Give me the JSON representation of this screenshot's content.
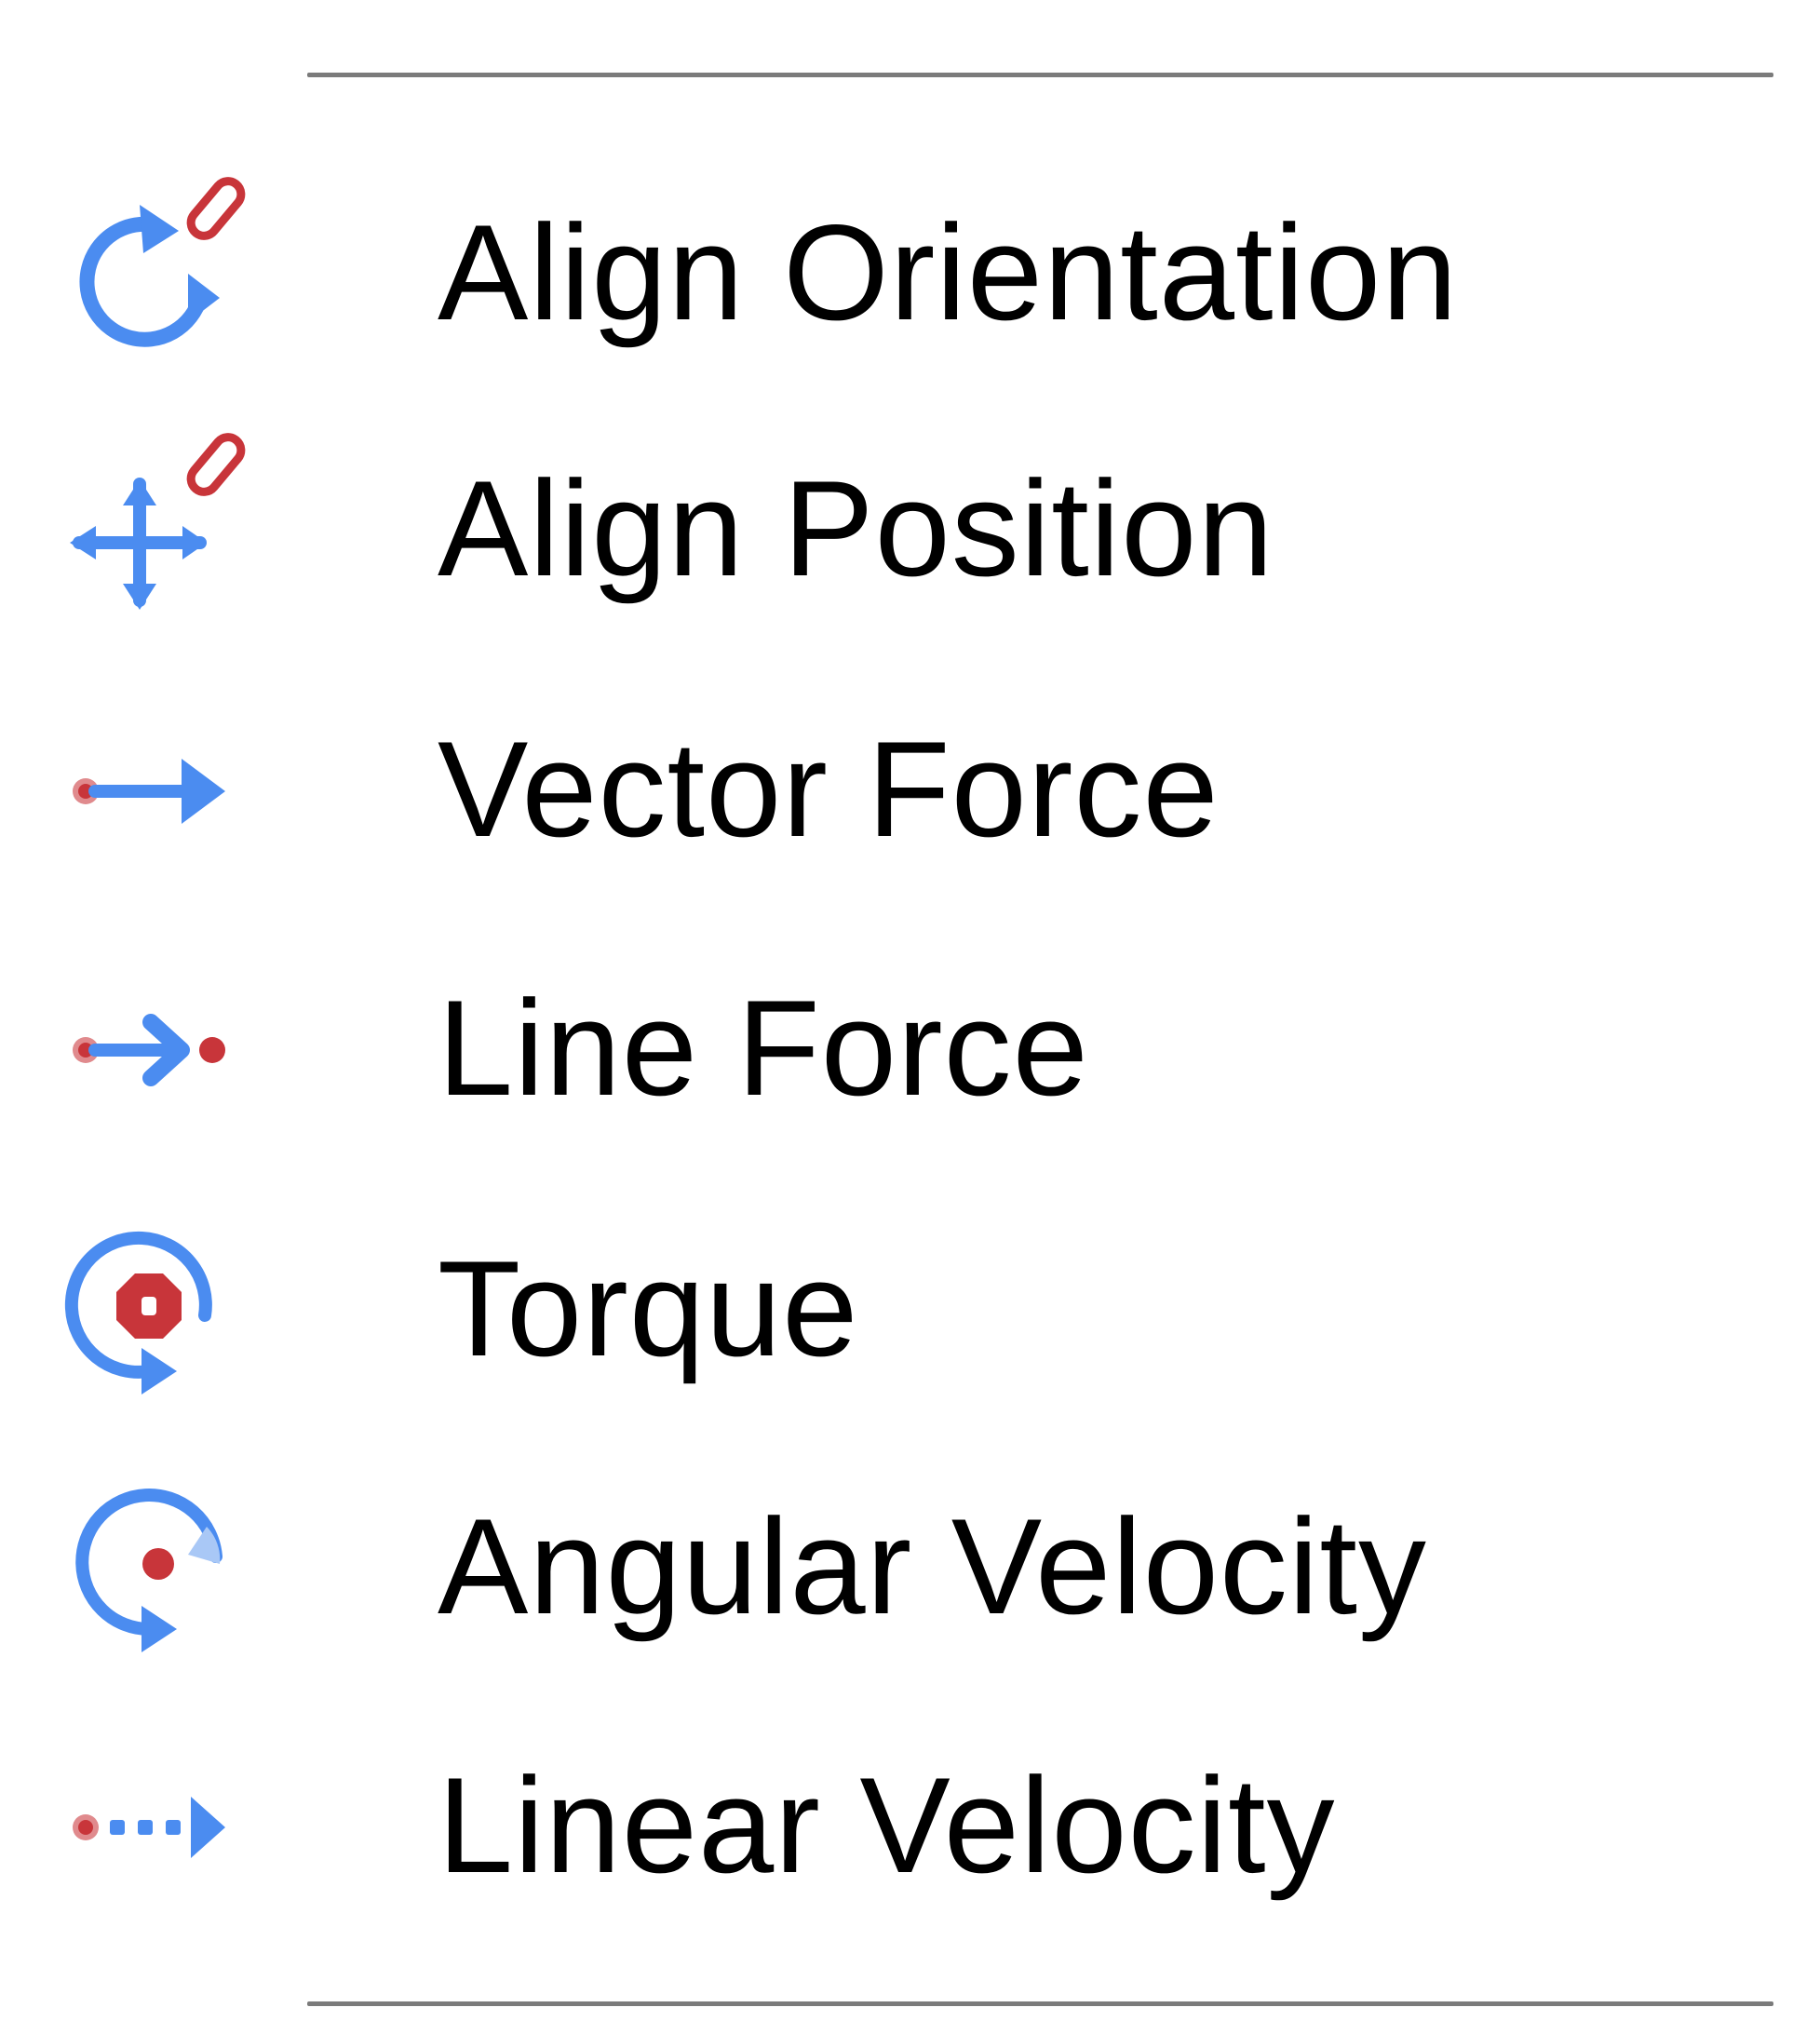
{
  "menu": {
    "items": [
      {
        "label": "Align Orientation",
        "icon": "align-orientation-icon"
      },
      {
        "label": "Align Position",
        "icon": "align-position-icon"
      },
      {
        "label": "Vector Force",
        "icon": "vector-force-icon"
      },
      {
        "label": "Line Force",
        "icon": "line-force-icon"
      },
      {
        "label": "Torque",
        "icon": "torque-icon"
      },
      {
        "label": "Angular Velocity",
        "icon": "angular-velocity-icon"
      },
      {
        "label": "Linear Velocity",
        "icon": "linear-velocity-icon"
      }
    ]
  },
  "colors": {
    "icon_blue": "#4b8cf0",
    "icon_red": "#c8353a",
    "divider": "#7b7b7b",
    "text": "#000000",
    "background": "#ffffff"
  }
}
